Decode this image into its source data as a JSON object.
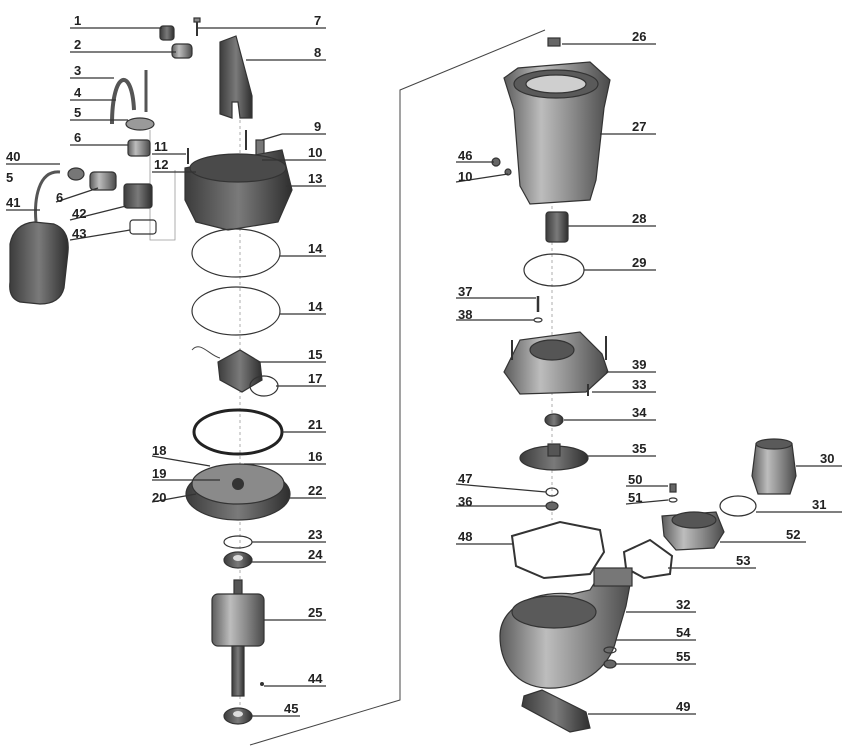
{
  "labels": [
    "1",
    "2",
    "3",
    "4",
    "5",
    "6",
    "7",
    "8",
    "9",
    "10",
    "11",
    "12",
    "13",
    "14",
    "15",
    "16",
    "17",
    "18",
    "19",
    "20",
    "21",
    "22",
    "23",
    "24",
    "25",
    "26",
    "27",
    "28",
    "29",
    "30",
    "31",
    "32",
    "33",
    "34",
    "35",
    "36",
    "37",
    "38",
    "39",
    "40",
    "41",
    "42",
    "43",
    "44",
    "45",
    "46",
    "47",
    "48",
    "49",
    "50",
    "51",
    "52",
    "53",
    "54",
    "55"
  ],
  "colors": {
    "ink": "#333333",
    "part_fill": "#9a9a9a",
    "part_dark": "#5a5a5a",
    "part_light": "#cfcfcf"
  }
}
